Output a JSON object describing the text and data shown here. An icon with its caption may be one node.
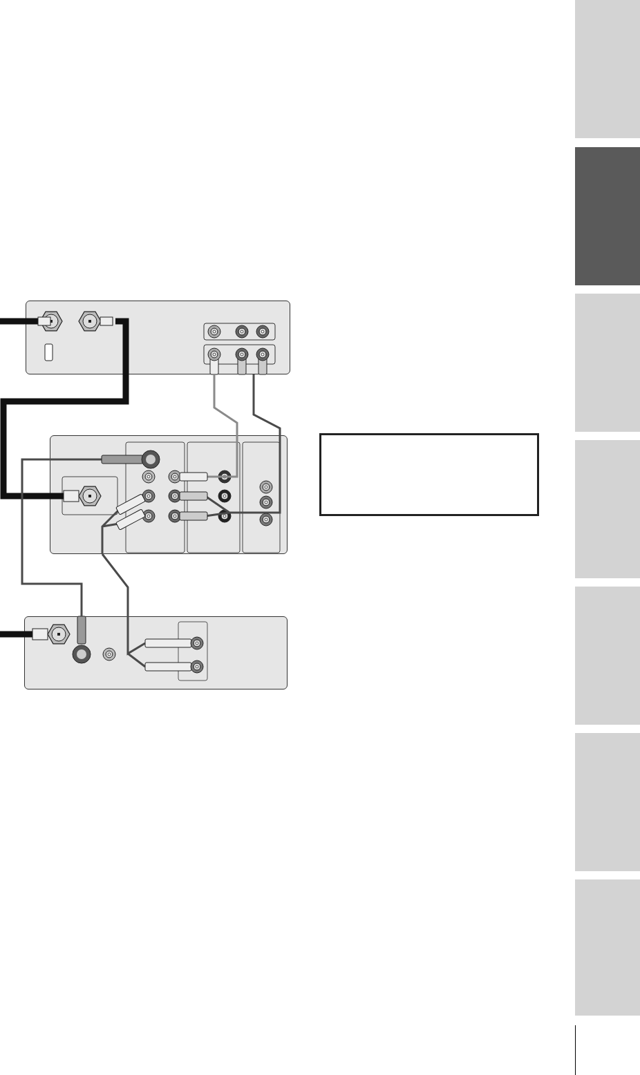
{
  "diagram": {
    "nodes": [
      {
        "text": [],
        "shape": "box"
      },
      {
        "text": [],
        "shape": "box"
      },
      {
        "text": [],
        "shape": "box"
      },
      {
        "text": [],
        "shape": "box"
      },
      {
        "text": [],
        "shape": "box"
      },
      {
        "text": [],
        "shape": "box"
      },
      {
        "text": [],
        "shape": "box"
      },
      {
        "text": [],
        "shape": "box"
      },
      {
        "text": [],
        "shape": "box"
      },
      {
        "text": [],
        "shape": "box"
      },
      {
        "text": [],
        "shape": "box"
      }
    ],
    "edges": [
      {
        "from": null,
        "to": 0,
        "arrow": "none",
        "style": "thick",
        "color": "#111111"
      },
      {
        "from": 0,
        "to": 1,
        "arrow": "none",
        "style": "thick",
        "color": "#111111"
      },
      {
        "from": 1,
        "to": 2,
        "arrow": "none"
      },
      {
        "from": 1,
        "to": 2,
        "arrow": "none"
      },
      {
        "from": 0,
        "to": 1,
        "arrow": "none",
        "color": "#8a8a8a"
      },
      {
        "from": 0,
        "to": 1,
        "arrow": "none"
      },
      {
        "from": null,
        "to": 2,
        "arrow": "none",
        "style": "thick",
        "color": "#111111"
      }
    ]
  }
}
